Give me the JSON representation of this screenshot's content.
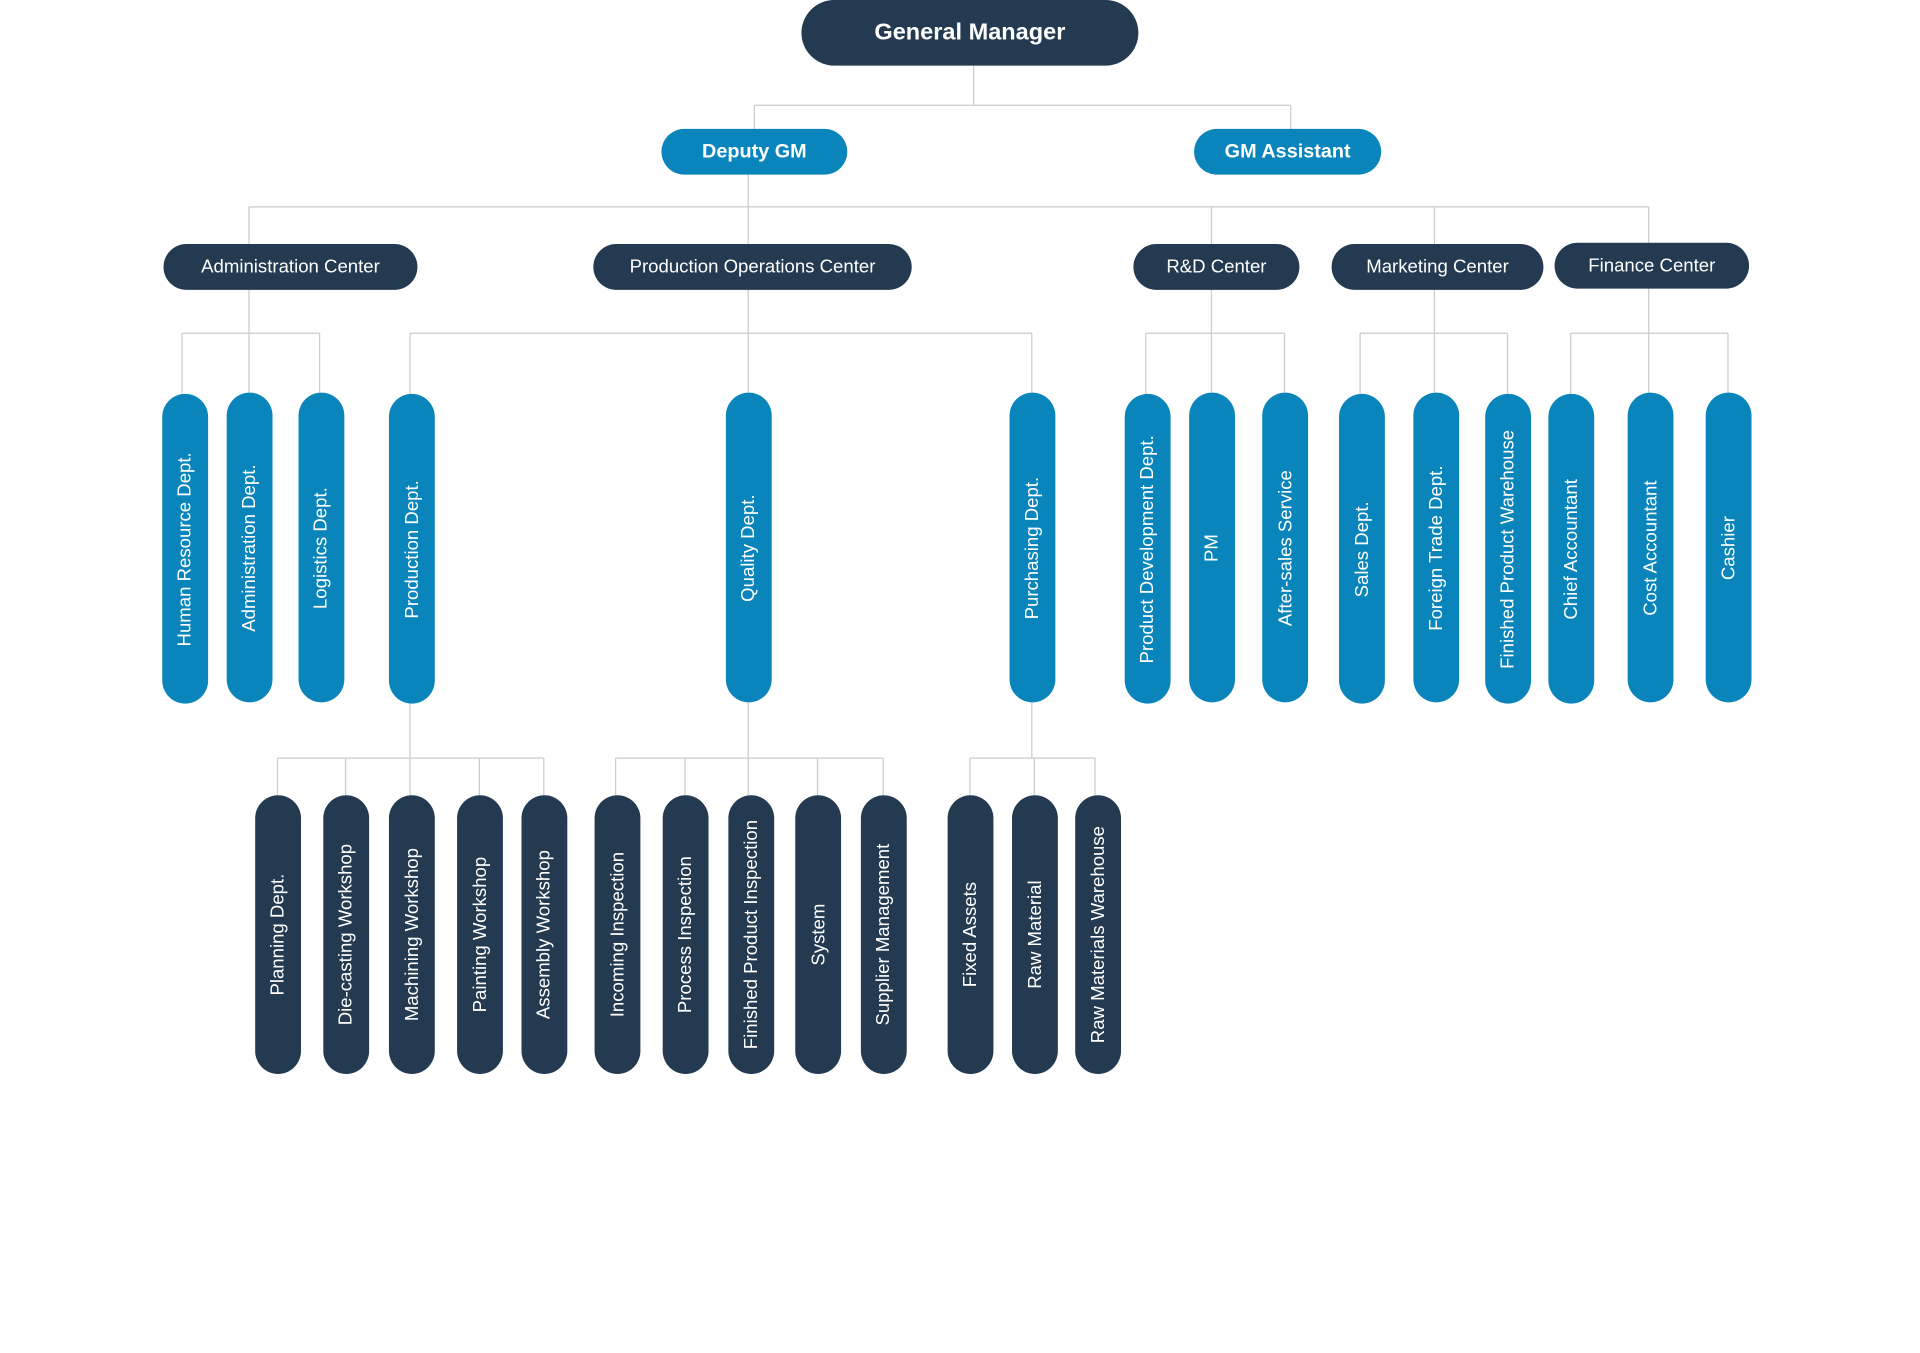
{
  "colors": {
    "dark": "#243a51",
    "blue": "#0a85bb",
    "line": "#cccccc"
  },
  "org": {
    "top": "General Manager",
    "level1": {
      "deputy": "Deputy GM",
      "assistant": "GM Assistant"
    },
    "centers": {
      "admin": "Administration Center",
      "production": "Production Operations Center",
      "rnd": "R&D Center",
      "marketing": "Marketing Center",
      "finance": "Finance Center"
    },
    "depts": {
      "hr": "Human Resource Dept.",
      "administration": "Administration Dept.",
      "logistics": "Logistics Dept.",
      "production": "Production Dept.",
      "quality": "Quality Dept.",
      "purchasing": "Purchasing Dept.",
      "product_development": "Product Development Dept.",
      "pm": "PM",
      "after_sales": "After-sales Service",
      "sales": "Sales Dept.",
      "foreign_trade": "Foreign Trade Dept.",
      "finished_warehouse": "Finished Product Warehouse",
      "chief_accountant": "Chief Accountant",
      "cost_accountant": "Cost Accountant",
      "cashier": "Cashier"
    },
    "units": {
      "planning": "Planning Dept.",
      "die_casting": "Die-casting Workshop",
      "machining": "Machining Workshop",
      "painting": "Painting Workshop",
      "assembly": "Assembly Workshop",
      "incoming": "Incoming Inspection",
      "process": "Process Inspection",
      "finished_inspection": "Finished Product Inspection",
      "system": "System",
      "supplier": "Supplier Management",
      "fixed_assets": "Fixed Assets",
      "raw_material": "Raw Material",
      "raw_materials_warehouse": "Raw Materials Warehouse"
    }
  }
}
